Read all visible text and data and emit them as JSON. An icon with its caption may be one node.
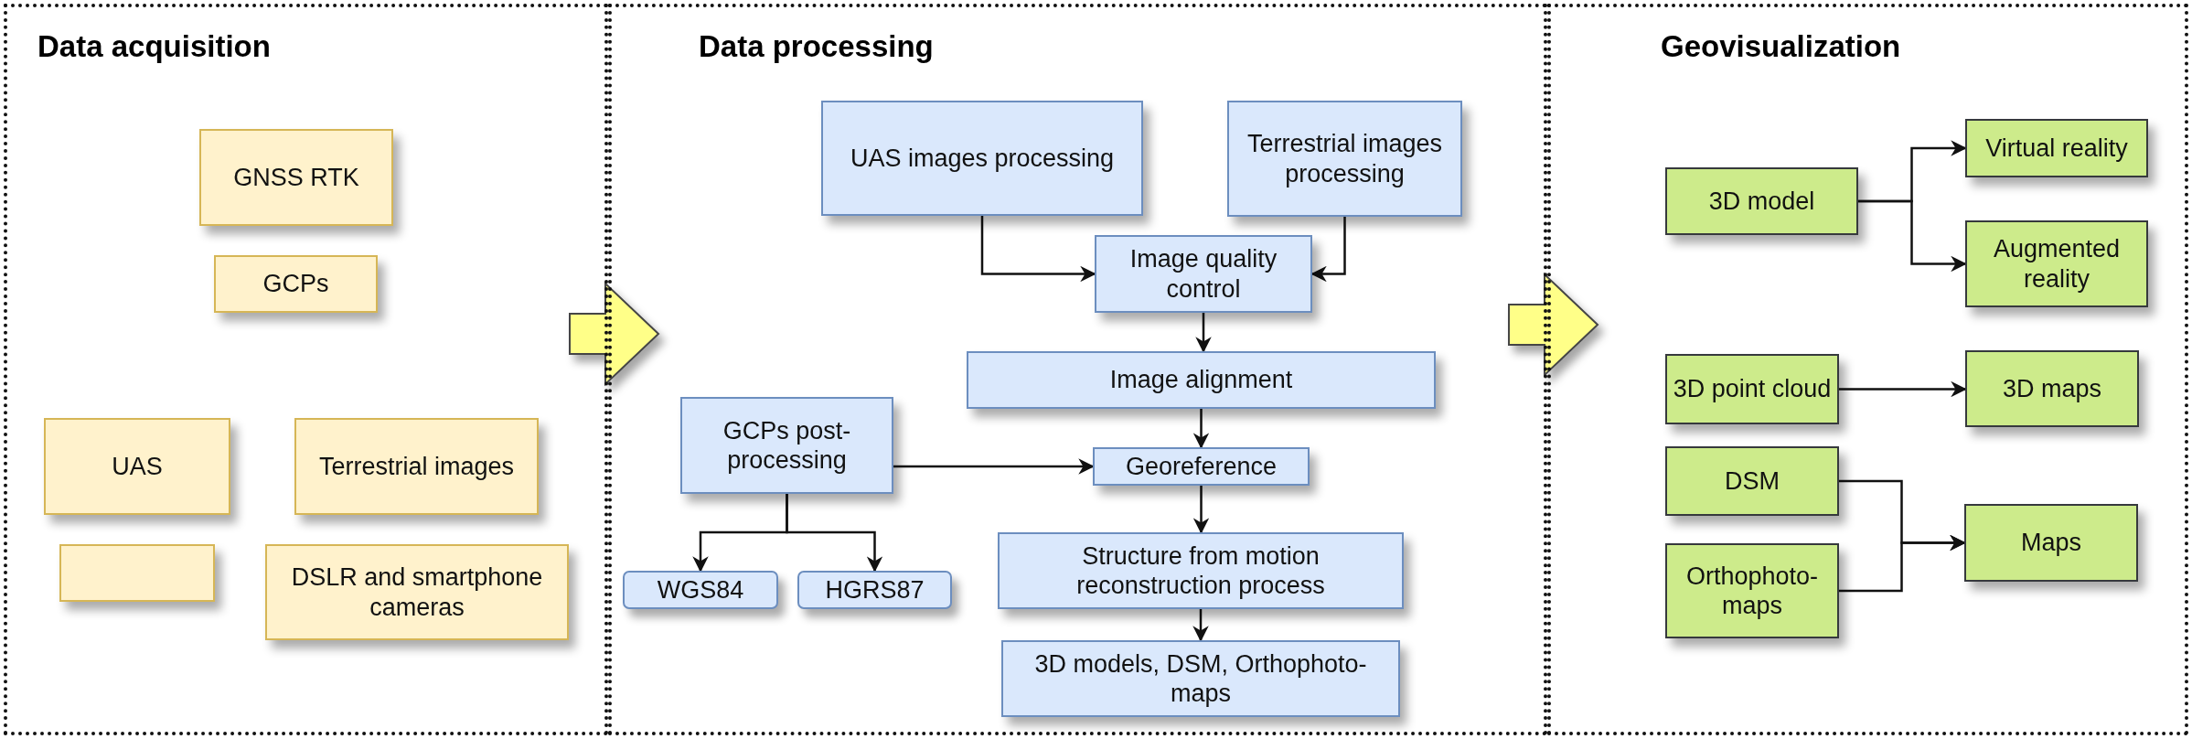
{
  "diagram": {
    "nodes": [
      {
        "text": [
          "Data acquisition"
        ]
      },
      {
        "text": [
          "GNSS RTK"
        ],
        "in": 0
      },
      {
        "text": [
          "GCPs"
        ],
        "in": 0
      },
      {
        "text": [
          "UAS"
        ],
        "in": 0
      },
      {
        "text": [
          "Terrestrial images"
        ],
        "in": 0
      },
      {
        "text": [],
        "shape": "box",
        "in": 0
      },
      {
        "text": [
          "DSLR and smartphone cameras"
        ],
        "in": 0
      },
      {
        "text": [
          "Data processing"
        ]
      },
      {
        "text": [
          "UAS images processing"
        ],
        "in": 7
      },
      {
        "text": [
          "Terrestrial images processing"
        ],
        "in": 7
      },
      {
        "text": [
          "Image quality control"
        ],
        "in": 7
      },
      {
        "text": [
          "Image alignment"
        ],
        "in": 7
      },
      {
        "text": [
          "GCPs post-processing"
        ],
        "in": 7
      },
      {
        "text": [
          "Georeference"
        ],
        "in": 7
      },
      {
        "text": [
          "WGS84"
        ],
        "in": 7
      },
      {
        "text": [
          "HGRS87"
        ],
        "in": 7
      },
      {
        "text": [
          "Structure from motion reconstruction process"
        ],
        "in": 7
      },
      {
        "text": [
          "3D models, DSM, Orthophoto-maps"
        ],
        "in": 7
      },
      {
        "text": [
          "Geovisualization"
        ]
      },
      {
        "text": [
          "3D model"
        ],
        "in": 18
      },
      {
        "text": [
          "Virtual reality"
        ],
        "in": 18
      },
      {
        "text": [
          "Augmented reality"
        ],
        "in": 18
      },
      {
        "text": [
          "3D point cloud"
        ],
        "in": 18
      },
      {
        "text": [
          "3D maps"
        ],
        "in": 18
      },
      {
        "text": [
          "DSM"
        ],
        "in": 18
      },
      {
        "text": [
          "Orthophoto-maps"
        ],
        "in": 18
      },
      {
        "text": [
          "Maps"
        ],
        "in": 18
      }
    ],
    "edges": [
      {
        "from": 0,
        "to": 7,
        "arrow": "to",
        "style": "thick",
        "color": "#ffff88"
      },
      {
        "from": 7,
        "to": 18,
        "arrow": "to",
        "style": "thick",
        "color": "#ffff88"
      },
      {
        "from": 8,
        "to": 10,
        "arrow": "to"
      },
      {
        "from": 9,
        "to": 10,
        "arrow": "to"
      },
      {
        "from": 10,
        "to": 11,
        "arrow": "to"
      },
      {
        "from": 11,
        "to": 13,
        "arrow": "to"
      },
      {
        "from": 12,
        "to": 13,
        "arrow": "to"
      },
      {
        "from": 12,
        "to": 14,
        "arrow": "to"
      },
      {
        "from": 12,
        "to": 15,
        "arrow": "to"
      },
      {
        "from": 13,
        "to": 16,
        "arrow": "to"
      },
      {
        "from": 16,
        "to": 17,
        "arrow": "to"
      },
      {
        "from": 19,
        "to": 20,
        "arrow": "to"
      },
      {
        "from": 19,
        "to": 21,
        "arrow": "to"
      },
      {
        "from": 22,
        "to": 23,
        "arrow": "to"
      },
      {
        "from": 24,
        "to": 26,
        "arrow": "to"
      },
      {
        "from": 25,
        "to": 26,
        "arrow": "to"
      }
    ]
  }
}
